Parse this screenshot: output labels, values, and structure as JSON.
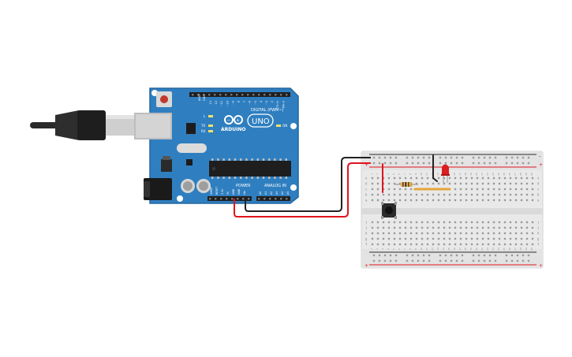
{
  "board": {
    "brand": "ARDUINO",
    "model": "UNO",
    "digital_label": "DIGITAL (PWM~)",
    "power_label": "POWER",
    "analog_label": "ANALOG IN",
    "on_label": "ON",
    "aref_label": "AREF",
    "gnd_label": "GND",
    "l_label": "L",
    "tx_label": "TX",
    "rx_label": "RX",
    "power_pins": [
      "IOREF",
      "RESET",
      "3.3V",
      "5V",
      "GND",
      "GND",
      "Vin"
    ],
    "analog_pins": [
      "A0",
      "A1",
      "A2",
      "A3",
      "A4",
      "A5"
    ],
    "digital_pins": [
      "13",
      "12",
      "~11",
      "~10",
      "~9",
      "8",
      "7",
      "~6",
      "~5",
      "4",
      "~3",
      "2",
      "TX→1",
      "RX←0"
    ]
  },
  "breadboard": {
    "row_letters_top": [
      "a",
      "b",
      "c",
      "d",
      "e"
    ],
    "row_letters_bottom": [
      "f",
      "g",
      "h",
      "i",
      "j"
    ],
    "column_numbers": [
      "1",
      "2",
      "3",
      "4",
      "5",
      "6",
      "7",
      "8",
      "9",
      "10",
      "11",
      "12",
      "13",
      "14",
      "15",
      "16",
      "17",
      "18",
      "19",
      "20",
      "21",
      "22",
      "23",
      "24",
      "25",
      "26",
      "27",
      "28",
      "29",
      "30"
    ],
    "rail_plus": "+",
    "rail_minus": "-"
  },
  "colors": {
    "board": "#2f7fc0",
    "board_dark": "#1f5f96",
    "wire_black": "#222222",
    "wire_red": "#e0141c",
    "led": "#d81e1e",
    "breadboard": "#e9e9e9"
  }
}
